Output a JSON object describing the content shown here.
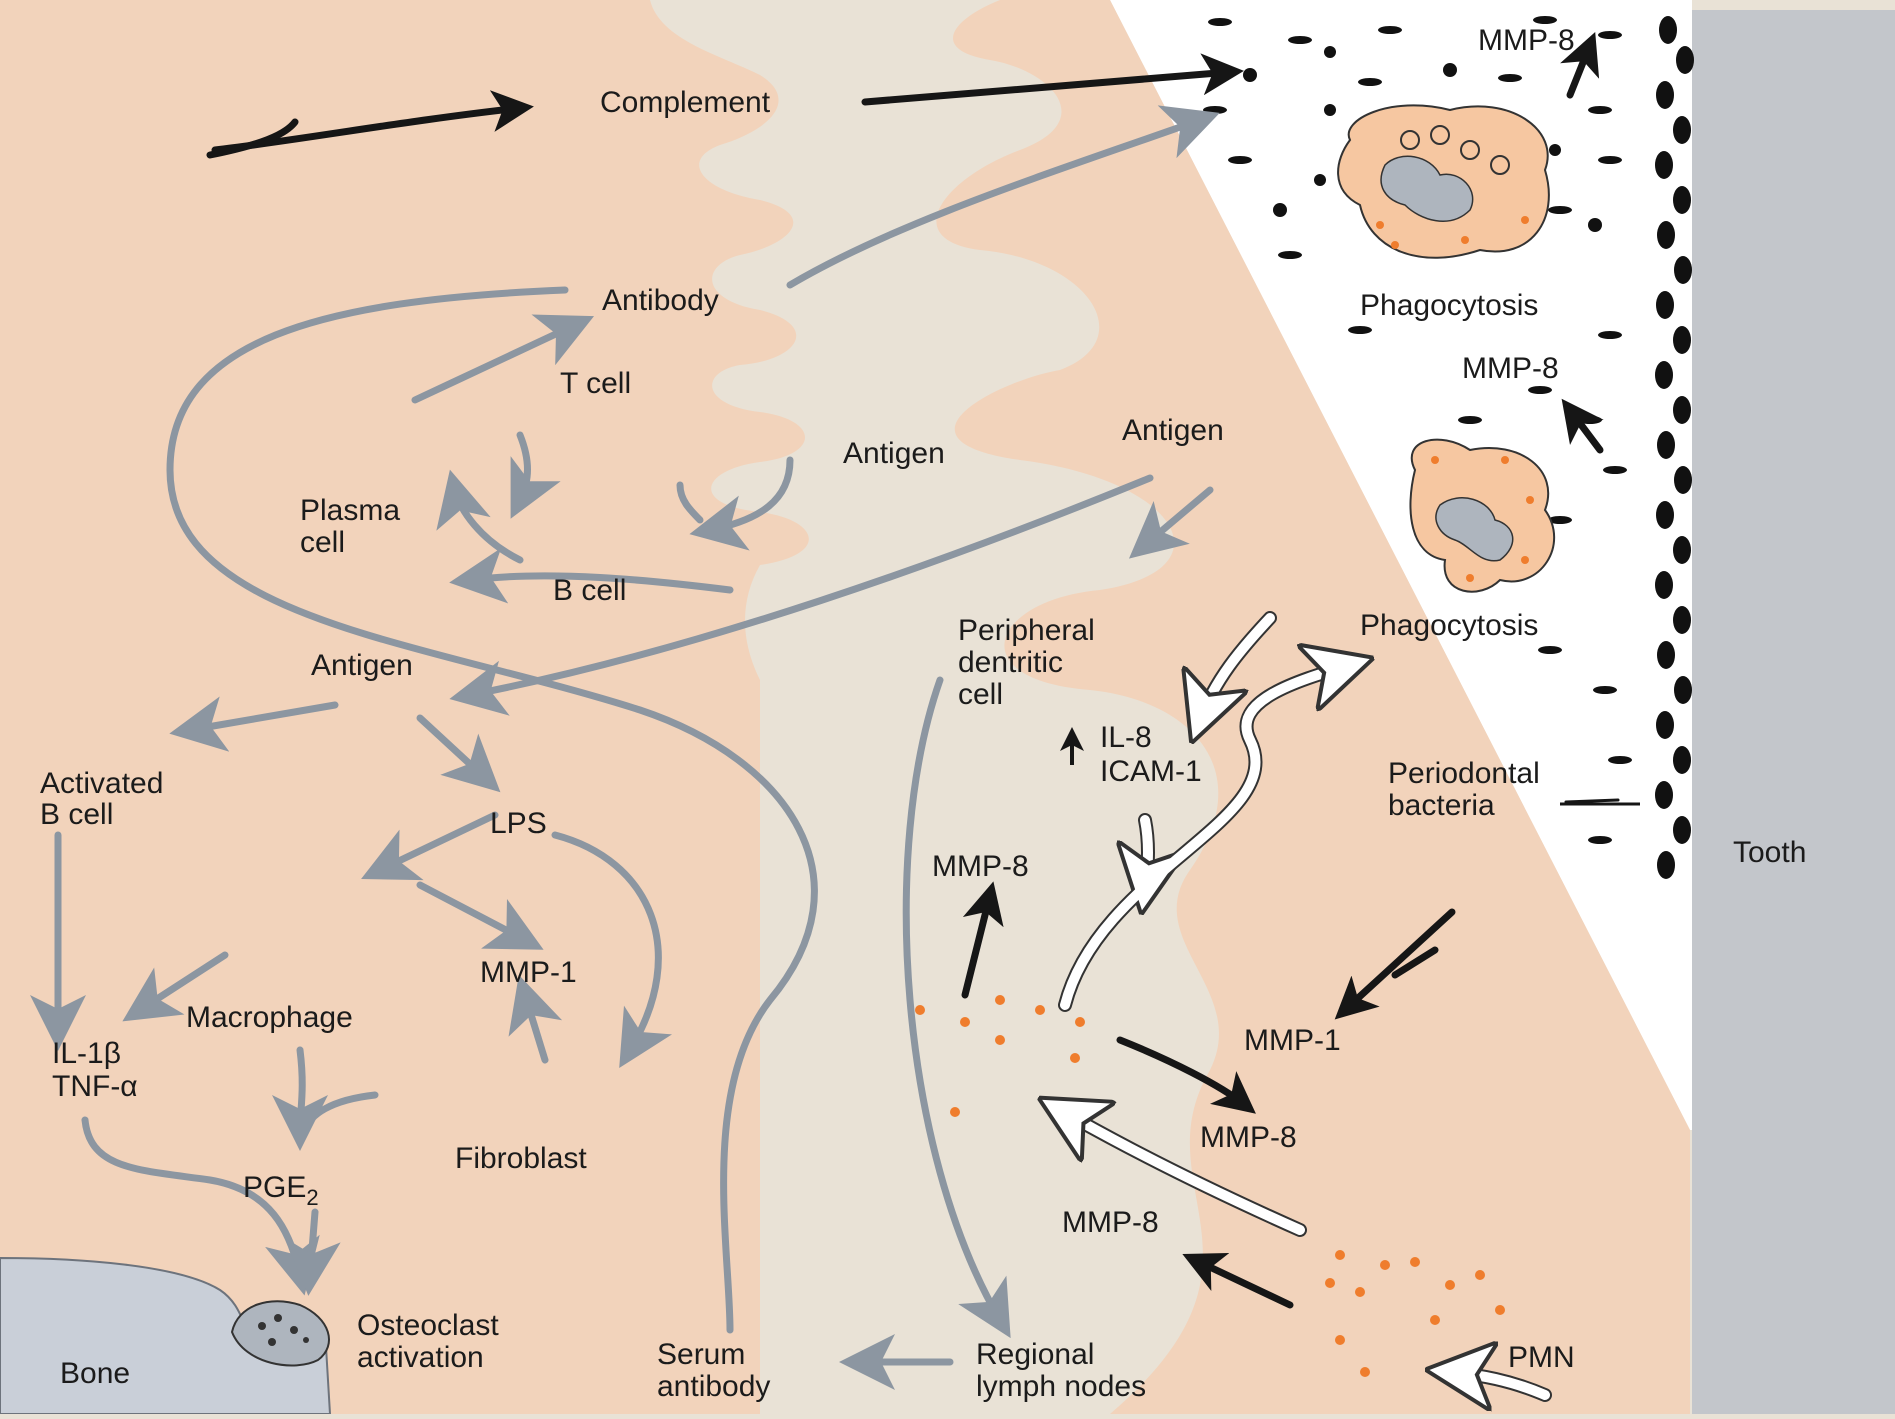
{
  "labels": {
    "complement": "Complement",
    "antibody": "Antibody",
    "t_cell": "T cell",
    "antigen_top": "Antigen",
    "plasma_cell_1": "Plasma",
    "plasma_cell_2": "cell",
    "b_cell": "B cell",
    "antigen_left": "Antigen",
    "activated_b_cell_1": "Activated",
    "activated_b_cell_2": "B cell",
    "lps": "LPS",
    "mmp1_left": "MMP-1",
    "macrophage": "Macrophage",
    "il1b": "IL-1β",
    "tnfa": "TNF-α",
    "fibroblast": "Fibroblast",
    "pge2_base": "PGE",
    "pge2_sub": "2",
    "osteoclast_1": "Osteoclast",
    "osteoclast_2": "activation",
    "bone": "Bone",
    "serum_antibody_1": "Serum",
    "serum_antibody_2": "antibody",
    "regional_lymph_1": "Regional",
    "regional_lymph_2": "lymph nodes",
    "antigen_right": "Antigen",
    "peripheral_dc_1": "Peripheral",
    "peripheral_dc_2": "dentritic",
    "peripheral_dc_3": "cell",
    "il8": "IL-8",
    "icam1": "ICAM-1",
    "mmp8_left": "MMP-8",
    "mmp8_top": "MMP-8",
    "phagocytosis_top": "Phagocytosis",
    "mmp8_mid": "MMP-8",
    "phagocytosis_mid": "Phagocytosis",
    "periodontal_bacteria_1": "Periodontal",
    "periodontal_bacteria_2": "bacteria",
    "tooth": "Tooth",
    "mmp1_right": "MMP-1",
    "mmp8_lower": "MMP-8",
    "mmp8_bottom": "MMP-8",
    "pmn": "PMN"
  },
  "colors": {
    "page": "#e9e2d6",
    "tissue": "#f2d3bb",
    "bacteria_field": "#ffffff",
    "tooth": "#c3c6cb",
    "gray_arrow": "#8c96a1",
    "black_arrow": "#161616",
    "granule": "#ef7d2d",
    "bone": "#c9cfd8"
  }
}
